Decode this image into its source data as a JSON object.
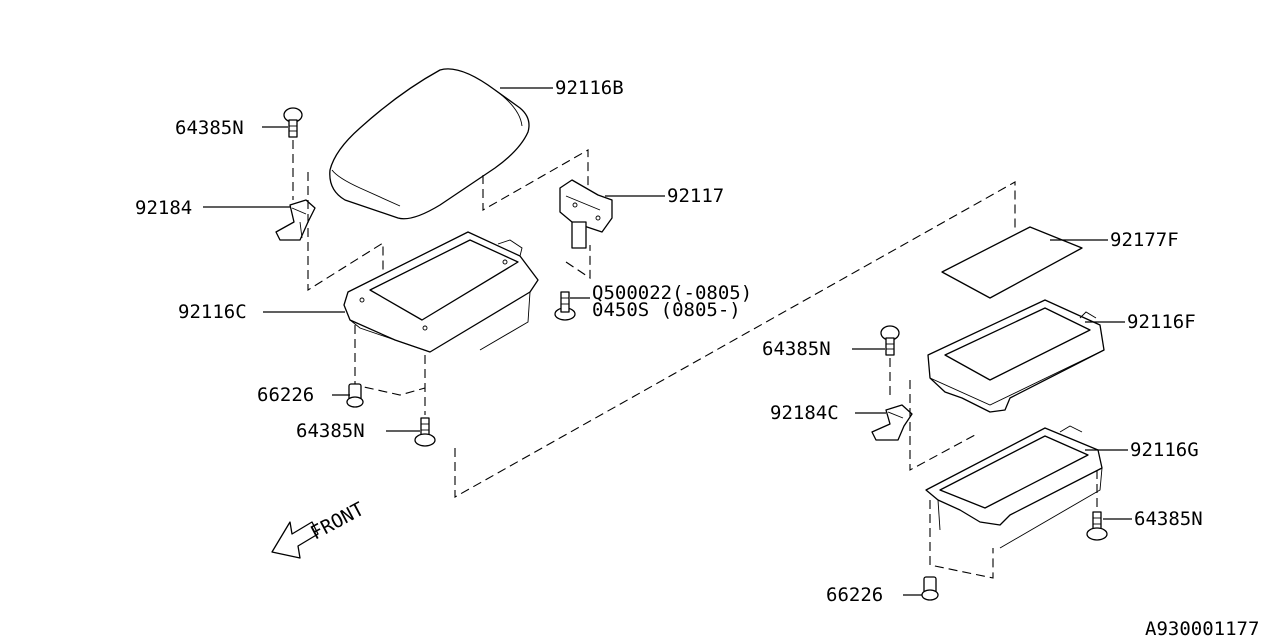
{
  "diagram": {
    "labels": {
      "p92116B": "92116B",
      "p64385N_a": "64385N",
      "p92184": "92184",
      "p92117": "92117",
      "p92116C": "92116C",
      "pQ500022": "Q500022(-0805)",
      "p0450S": "0450S  (0805-)",
      "p66226_a": "66226",
      "p64385N_b": "64385N",
      "p92177F": "92177F",
      "p92116F": "92116F",
      "p64385N_c": "64385N",
      "p92184C": "92184C",
      "p92116G": "92116G",
      "p64385N_d": "64385N",
      "p66226_b": "66226",
      "front": "FRONT",
      "ref": "A930001177"
    }
  }
}
